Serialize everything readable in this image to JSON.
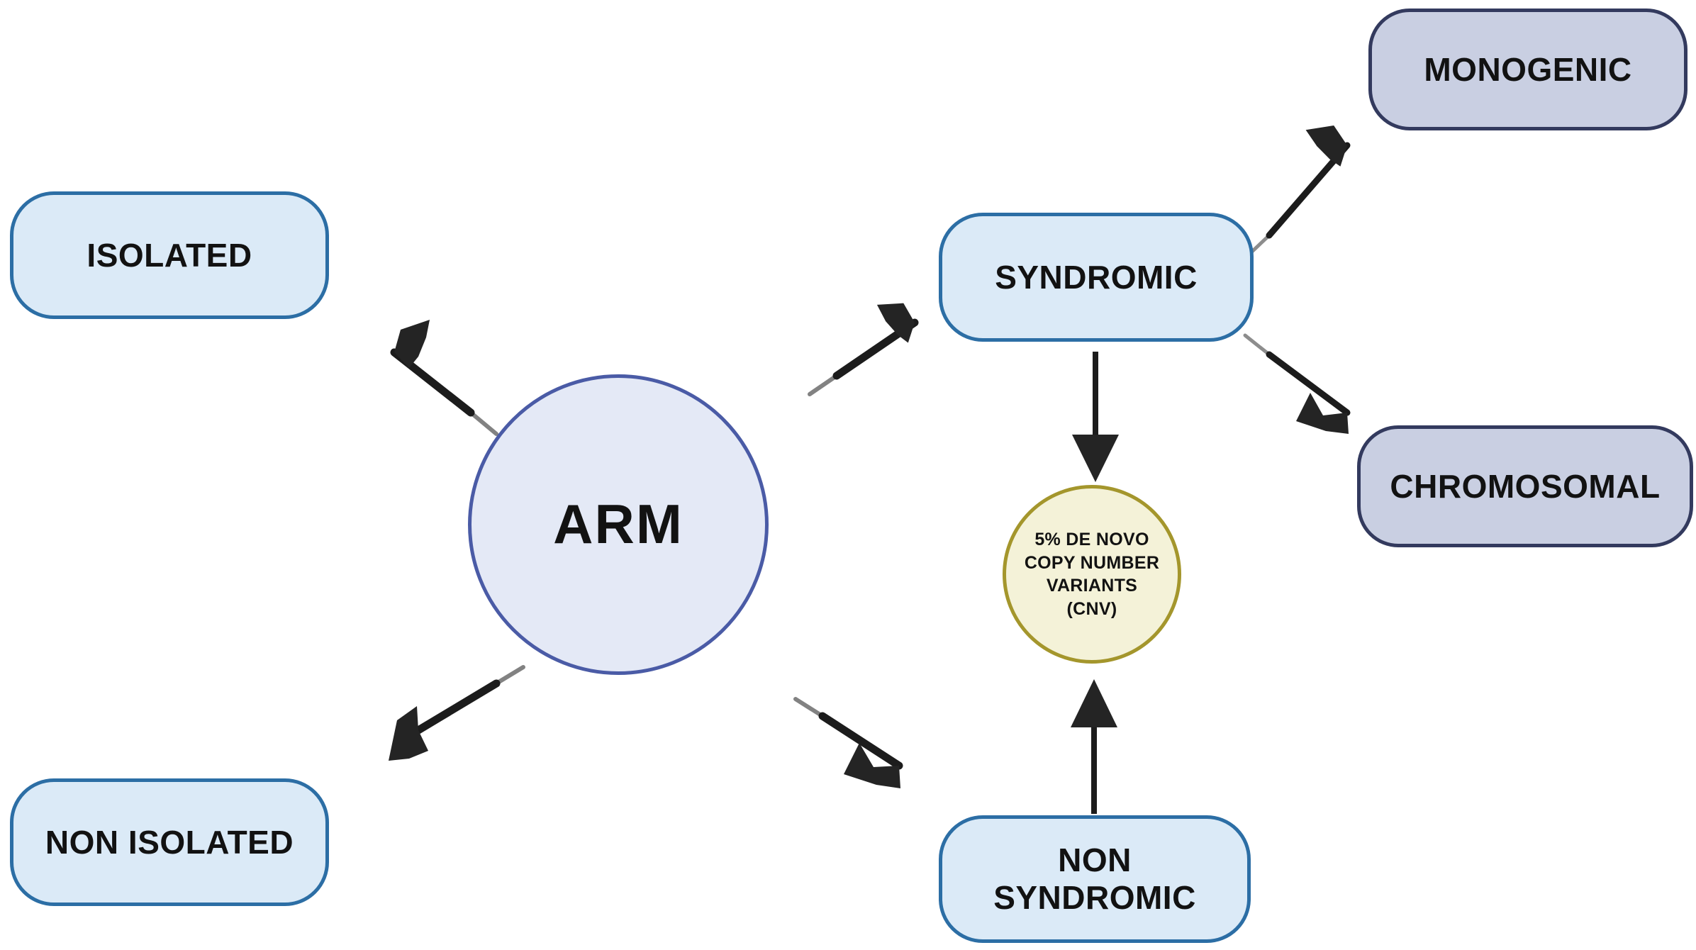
{
  "diagram": {
    "title": "ARM classification diagram",
    "background_color": "#ffffff",
    "palette": {
      "pill_blue_fill": "#dbeaf7",
      "pill_blue_border": "#2c6ea5",
      "pill_lavender_fill": "#c9cfe2",
      "pill_lavender_border": "#333a5e",
      "circle_main_fill": "#e4e9f6",
      "circle_main_border": "#4a5ba6",
      "circle_cnv_fill": "#f4f2d8",
      "circle_cnv_border": "#a4962c",
      "arrow_color": "#1c1c1c",
      "text_color": "#121212"
    }
  },
  "nodes": {
    "center": {
      "label": "ARM",
      "shape": "circle"
    },
    "isolated": {
      "label": "ISOLATED",
      "shape": "rounded-rect"
    },
    "non_isolated": {
      "label": "NON ISOLATED",
      "shape": "rounded-rect"
    },
    "syndromic": {
      "label": "SYNDROMIC",
      "shape": "rounded-rect"
    },
    "non_syndromic": {
      "label_line1": "NON",
      "label_line2": "SYNDROMIC",
      "shape": "rounded-rect"
    },
    "monogenic": {
      "label": "MONOGENIC",
      "shape": "rounded-rect"
    },
    "chromosomal": {
      "label": "CHROMOSOMAL",
      "shape": "rounded-rect"
    },
    "cnv": {
      "label_line1": "5% DE NOVO",
      "label_line2": "COPY NUMBER",
      "label_line3": "VARIANTS",
      "label_line4": "(CNV)",
      "shape": "circle"
    }
  },
  "edges": [
    {
      "id": "arm-to-isolated",
      "from": "ARM",
      "to": "ISOLATED",
      "direction": "up-left"
    },
    {
      "id": "arm-to-non-isolated",
      "from": "ARM",
      "to": "NON ISOLATED",
      "direction": "down-left"
    },
    {
      "id": "arm-to-syndromic",
      "from": "ARM",
      "to": "SYNDROMIC",
      "direction": "up-right"
    },
    {
      "id": "arm-to-non-syndromic",
      "from": "ARM",
      "to": "NON SYNDROMIC",
      "direction": "down-right"
    },
    {
      "id": "syndromic-to-monogenic",
      "from": "SYNDROMIC",
      "to": "MONOGENIC",
      "direction": "up-right"
    },
    {
      "id": "syndromic-to-chromosomal",
      "from": "SYNDROMIC",
      "to": "CHROMOSOMAL",
      "direction": "down-right"
    },
    {
      "id": "syndromic-to-cnv",
      "from": "SYNDROMIC",
      "to": "CNV",
      "direction": "down"
    },
    {
      "id": "non-syndromic-to-cnv",
      "from": "NON SYNDROMIC",
      "to": "CNV",
      "direction": "up"
    }
  ]
}
